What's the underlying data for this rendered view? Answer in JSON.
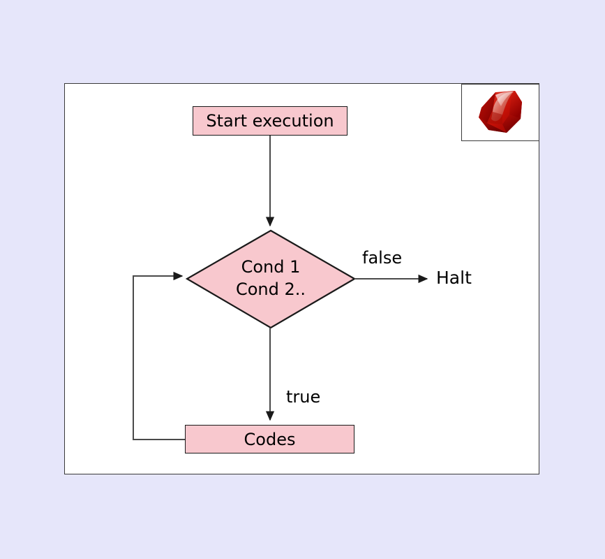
{
  "page": {
    "background_color": "#E6E6FA",
    "canvas_color": "#FFFFFF",
    "frame_border_color": "#3A3A3A"
  },
  "logo": {
    "name": "ruby-gem-logo",
    "alt": "Ruby",
    "colors": {
      "dark_red": "#9B0000",
      "mid_red": "#C80000",
      "bright_red": "#E02020",
      "highlight": "#F5C8C8"
    }
  },
  "diagram": {
    "title": "Ruby conditional loop flowchart",
    "node_fill": "#F8C8CE",
    "node_stroke": "#1A1A1A",
    "edge_stroke": "#4A4A4A",
    "nodes": [
      {
        "id": "start",
        "shape": "rectangle",
        "label": "Start execution"
      },
      {
        "id": "condition",
        "shape": "diamond",
        "label_line1": "Cond 1",
        "label_line2": "Cond 2.."
      },
      {
        "id": "codes",
        "shape": "rectangle",
        "label": "Codes"
      },
      {
        "id": "halt",
        "shape": "text",
        "label": "Halt"
      }
    ],
    "edges": [
      {
        "id": "start-to-condition",
        "from": "start",
        "to": "condition",
        "label": ""
      },
      {
        "id": "condition-to-halt",
        "from": "condition",
        "to": "halt",
        "label": "false"
      },
      {
        "id": "condition-to-codes",
        "from": "condition",
        "to": "codes",
        "label": "true"
      },
      {
        "id": "codes-to-condition",
        "from": "codes",
        "to": "condition",
        "label": ""
      }
    ]
  }
}
